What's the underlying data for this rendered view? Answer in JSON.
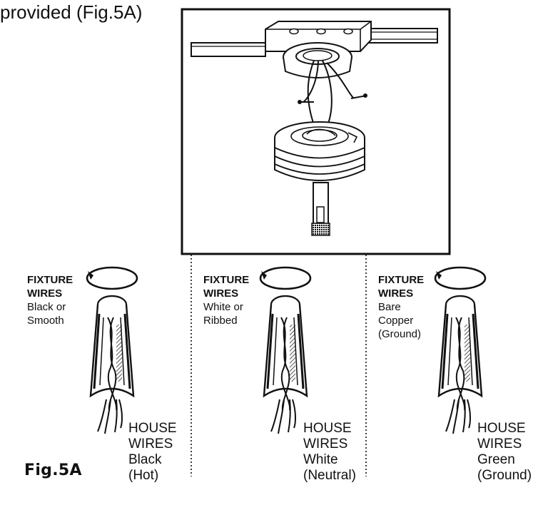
{
  "heading": "provided (Fig.5A)",
  "figure_label": "Fig.5A",
  "connectors": [
    {
      "fixture_lines": [
        "FIXTURE",
        "WIRES",
        "Black or",
        "Smooth"
      ],
      "house_lines": [
        "HOUSE",
        "WIRES",
        "Black",
        "(Hot)"
      ]
    },
    {
      "fixture_lines": [
        "FIXTURE",
        "WIRES",
        "White or",
        "Ribbed"
      ],
      "house_lines": [
        "HOUSE",
        "WIRES",
        "White",
        "(Neutral)"
      ]
    },
    {
      "fixture_lines": [
        "FIXTURE",
        "WIRES",
        "Bare",
        "Copper",
        "(Ground)"
      ],
      "house_lines": [
        "HOUSE",
        "WIRES",
        "Green",
        "(Ground)"
      ]
    }
  ],
  "colors": {
    "ink": "#111111",
    "background": "#ffffff"
  }
}
